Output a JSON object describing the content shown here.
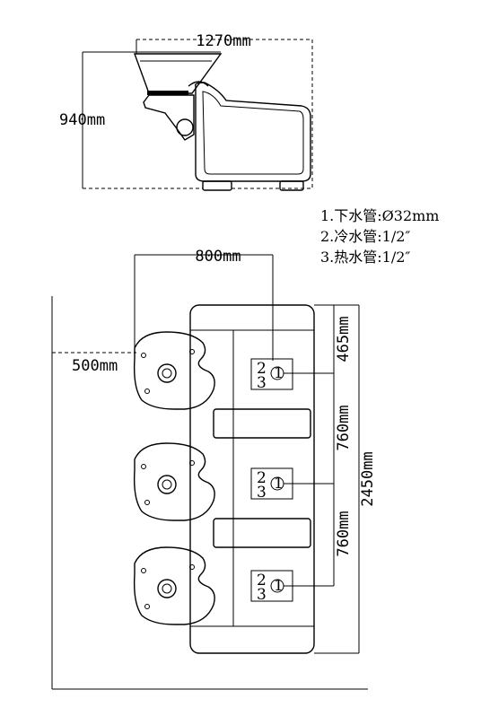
{
  "dimensions": {
    "side_width": "1270mm",
    "side_height": "940mm",
    "basin_spacing": "800mm",
    "basin_offset": "500mm",
    "first_pipe": "465mm",
    "pipe_spacing_1": "760mm",
    "pipe_spacing_2": "760mm",
    "total_length": "2450mm"
  },
  "legend": [
    "1.下水管:Ø32mm",
    "2.冷水管:1/2″",
    "3.热水管:1/2″"
  ],
  "pipe_labels": {
    "one": "1",
    "two": "2",
    "three": "3"
  }
}
